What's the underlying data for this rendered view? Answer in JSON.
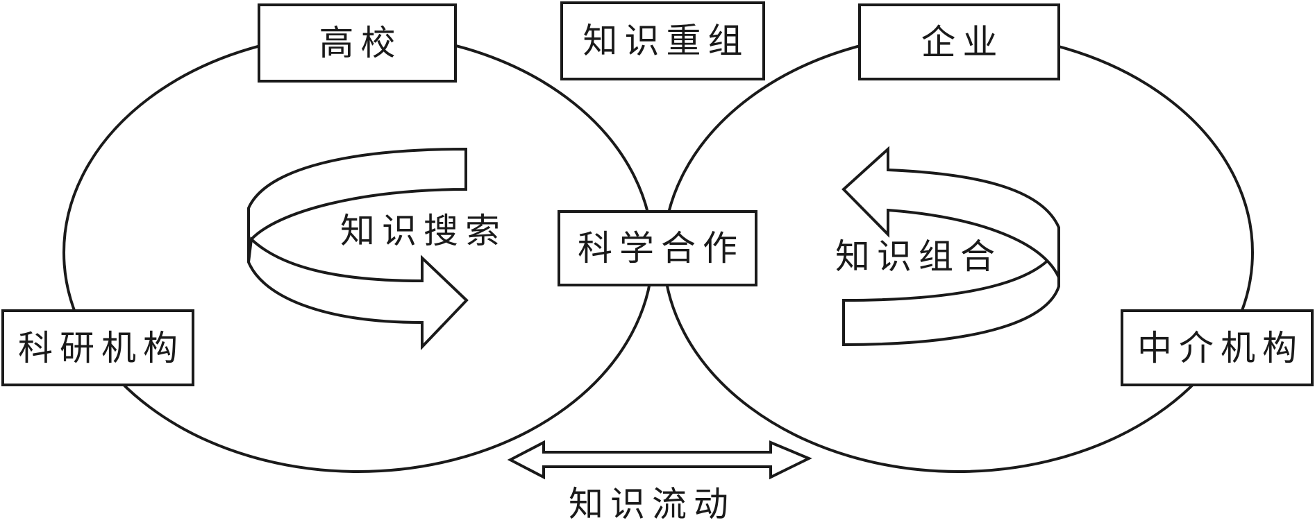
{
  "diagram": {
    "colors": {
      "stroke": "#1a1a1a",
      "background": "#ffffff"
    },
    "nodes": {
      "university": "高校",
      "research_institute": "科研机构",
      "knowledge_reorganization": "知识重组",
      "enterprise": "企业",
      "scientific_cooperation": "科学合作",
      "intermediary": "中介机构"
    },
    "processes": {
      "knowledge_search": "知识搜索",
      "knowledge_combination": "知识组合",
      "knowledge_flow": "知识流动"
    },
    "arrows": {
      "knowledge_search": "clockwise circular arrow pointing right",
      "knowledge_combination": "counter-clockwise circular arrow pointing left",
      "knowledge_flow": "bidirectional horizontal arrow"
    }
  }
}
